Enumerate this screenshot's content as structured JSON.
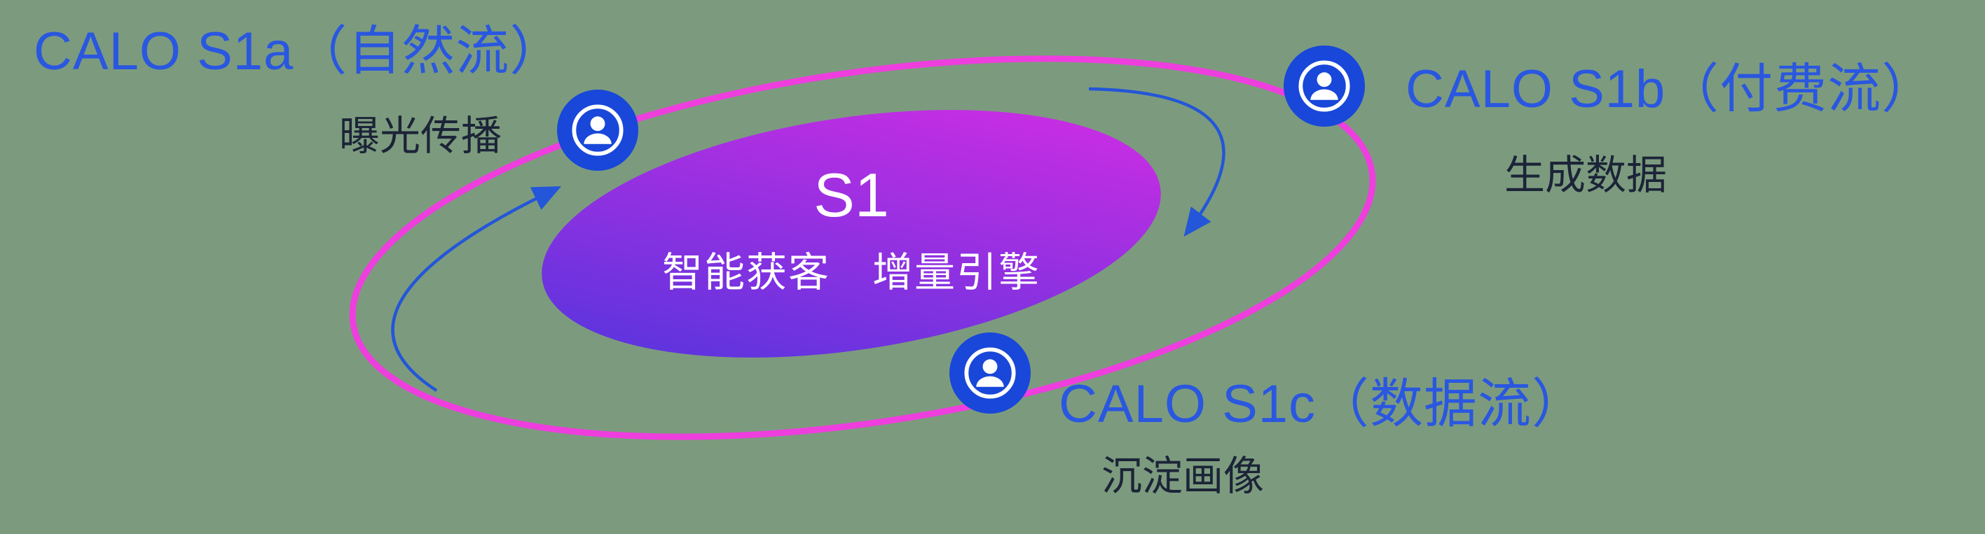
{
  "background_color": "#7c9b7e",
  "colors": {
    "accent_blue": "#2a57e0",
    "dark_text": "#1c2438",
    "orbit_pink": "#ee3ede",
    "gradient_start": "#4b35dd",
    "gradient_end": "#db2ce4",
    "icon_blue": "#1847d9",
    "arrow_blue": "#2356d8",
    "white": "#ffffff"
  },
  "center": {
    "title": "S1",
    "subtitle": "智能获客　增量引擎"
  },
  "nodes": {
    "s1a": {
      "title": "CALO S1a（自然流）",
      "subtitle": "曝光传播"
    },
    "s1b": {
      "title": "CALO S1b（付费流）",
      "subtitle": "生成数据"
    },
    "s1c": {
      "title": "CALO S1c（数据流）",
      "subtitle": "沉淀画像"
    }
  },
  "icons": {
    "orbit_node": "user-in-circle-icon"
  }
}
